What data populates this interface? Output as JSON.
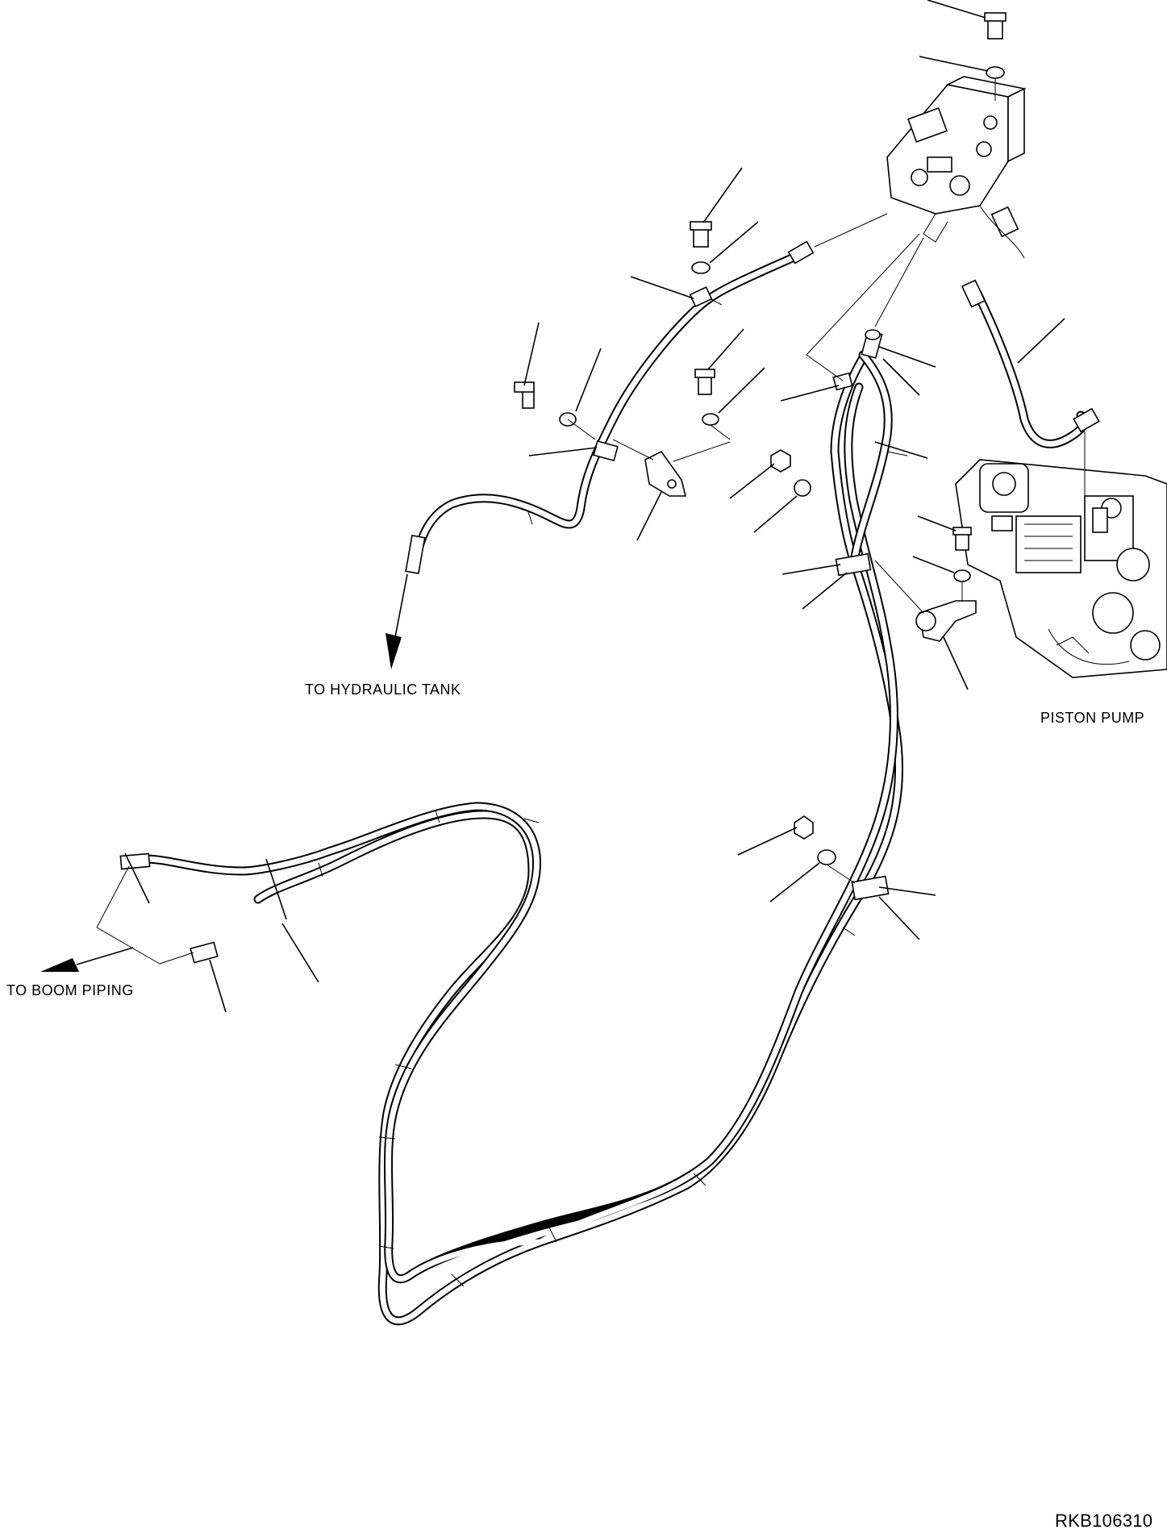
{
  "labels": {
    "to_hydraulic_tank": "TO HYDRAULIC TANK",
    "piston_pump": "PISTON PUMP",
    "to_boom_piping": "TO BOOM PIPING",
    "drawing_code": "RKB106310"
  }
}
